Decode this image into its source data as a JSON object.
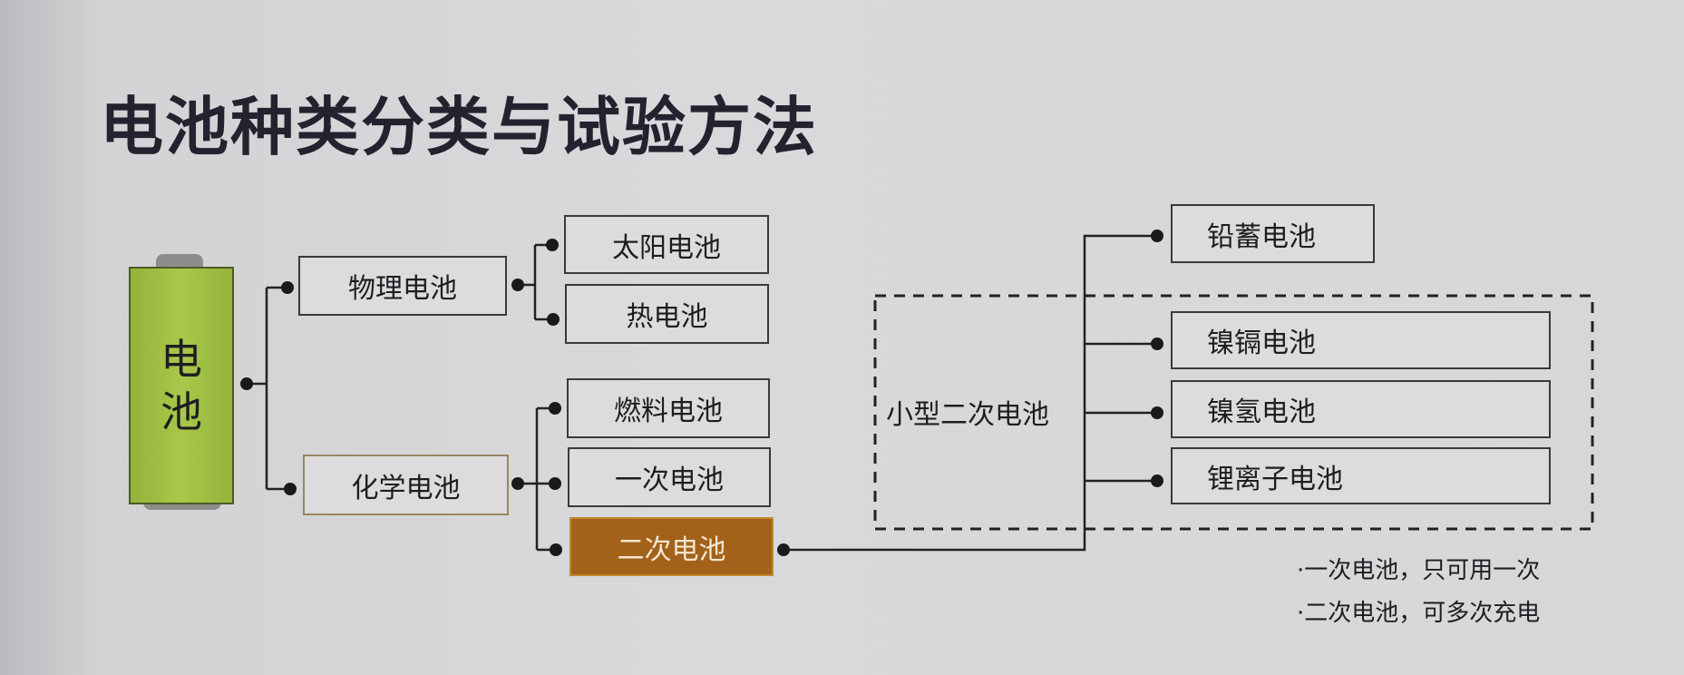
{
  "title": "电池种类分类与试验方法",
  "root": {
    "line1": "电",
    "line2": "池"
  },
  "level1": {
    "physical": "物理电池",
    "chemical": "化学电池"
  },
  "physical_children": [
    "太阳电池",
    "热电池"
  ],
  "chemical_children": [
    "燃料电池",
    "一次电池",
    "二次电池"
  ],
  "secondary": {
    "lead": "铅蓄电池",
    "group_label": "小型二次电池",
    "group_items": [
      "镍镉电池",
      "镍氢电池",
      "锂离子电池"
    ]
  },
  "notes": [
    "·一次电池，只可用一次",
    "·二次电池，可多次充电"
  ],
  "colors": {
    "highlight": "#a3621a",
    "battery": "#a3c244",
    "chemical_border": "#9c8560"
  }
}
